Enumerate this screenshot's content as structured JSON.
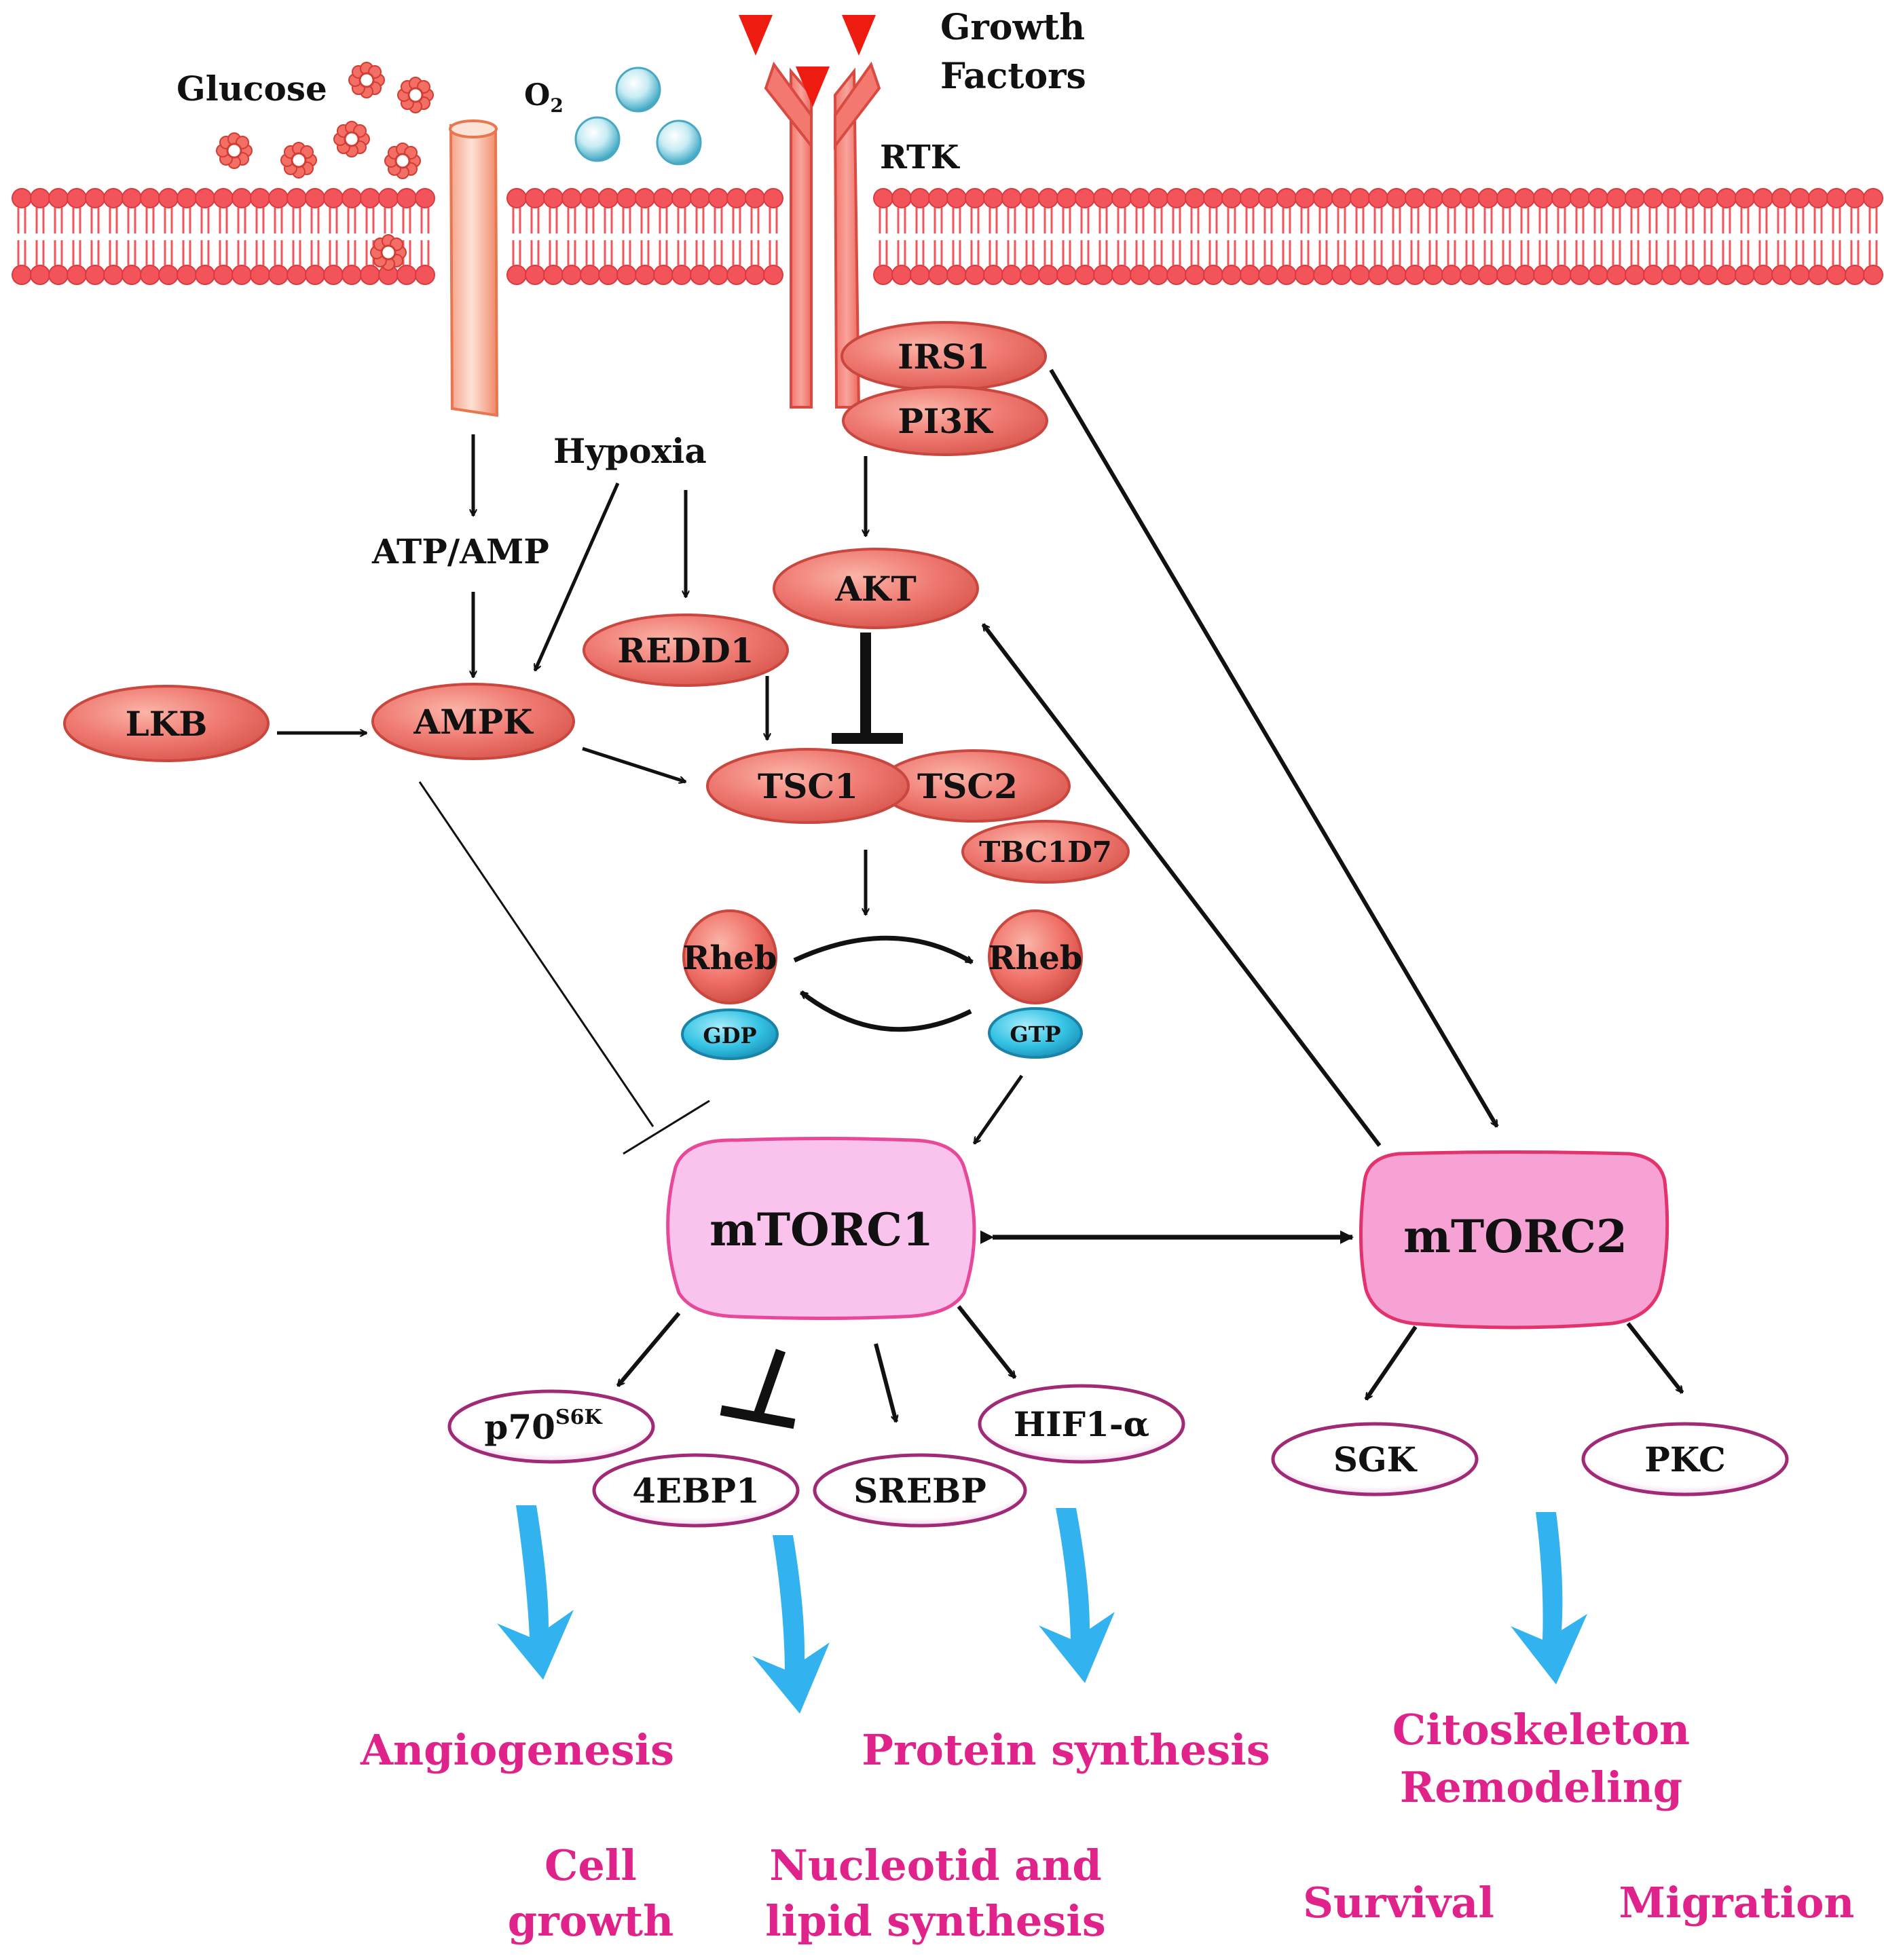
{
  "colors": {
    "membrane": "#f2545a",
    "membrane_dark": "#d93a42",
    "node_fill": "#ef7a72",
    "node_stroke": "#c9473e",
    "complex_fill": "#f9c3ee",
    "complex_stroke": "#e8489a",
    "complex2_fill": "#f7a2d4",
    "complex2_stroke": "#e2336c",
    "effector_stroke": "#a12a76",
    "gtp_fill": "#34c3e4",
    "gtp_stroke": "#1a83a8",
    "outcome_text": "#e0238a",
    "blue_arrow": "#33b2f0",
    "black": "#111111"
  },
  "labels": {
    "glucose": "Glucose",
    "o2_o": "O",
    "o2_sub": "2",
    "growth_factors_1": "Growth",
    "growth_factors_2": "Factors",
    "rtk": "RTK",
    "hypoxia": "Hypoxia",
    "atp_amp": "ATP/AMP"
  },
  "nodes": {
    "irs1": "IRS1",
    "pi3k": "PI3K",
    "akt": "AKT",
    "redd1": "REDD1",
    "lkb": "LKB",
    "ampk": "AMPK",
    "tsc1": "TSC1",
    "tsc2": "TSC2",
    "tbc1d7": "TBC1D7",
    "rheb_left": "Rheb",
    "rheb_right": "Rheb",
    "gdp": "GDP",
    "gtp": "GTP",
    "mtorc1": "mTORC1",
    "mtorc2": "mTORC2",
    "p70_main": "p70",
    "p70_sup": "S6K",
    "ebp1": "4EBP1",
    "srebp": "SREBP",
    "hif1a": "HIF1-α",
    "sgk": "SGK",
    "pkc": "PKC"
  },
  "outcomes": {
    "angiogenesis": "Angiogenesis",
    "protein_synthesis": "Protein synthesis",
    "cell_growth_1": "Cell",
    "cell_growth_2": "growth",
    "nucleotid_1": "Nucleotid and",
    "nucleotid_2": "lipid synthesis",
    "cito_1": "Citoskeleton",
    "cito_2": "Remodeling",
    "survival": "Survival",
    "migration": "Migration"
  }
}
